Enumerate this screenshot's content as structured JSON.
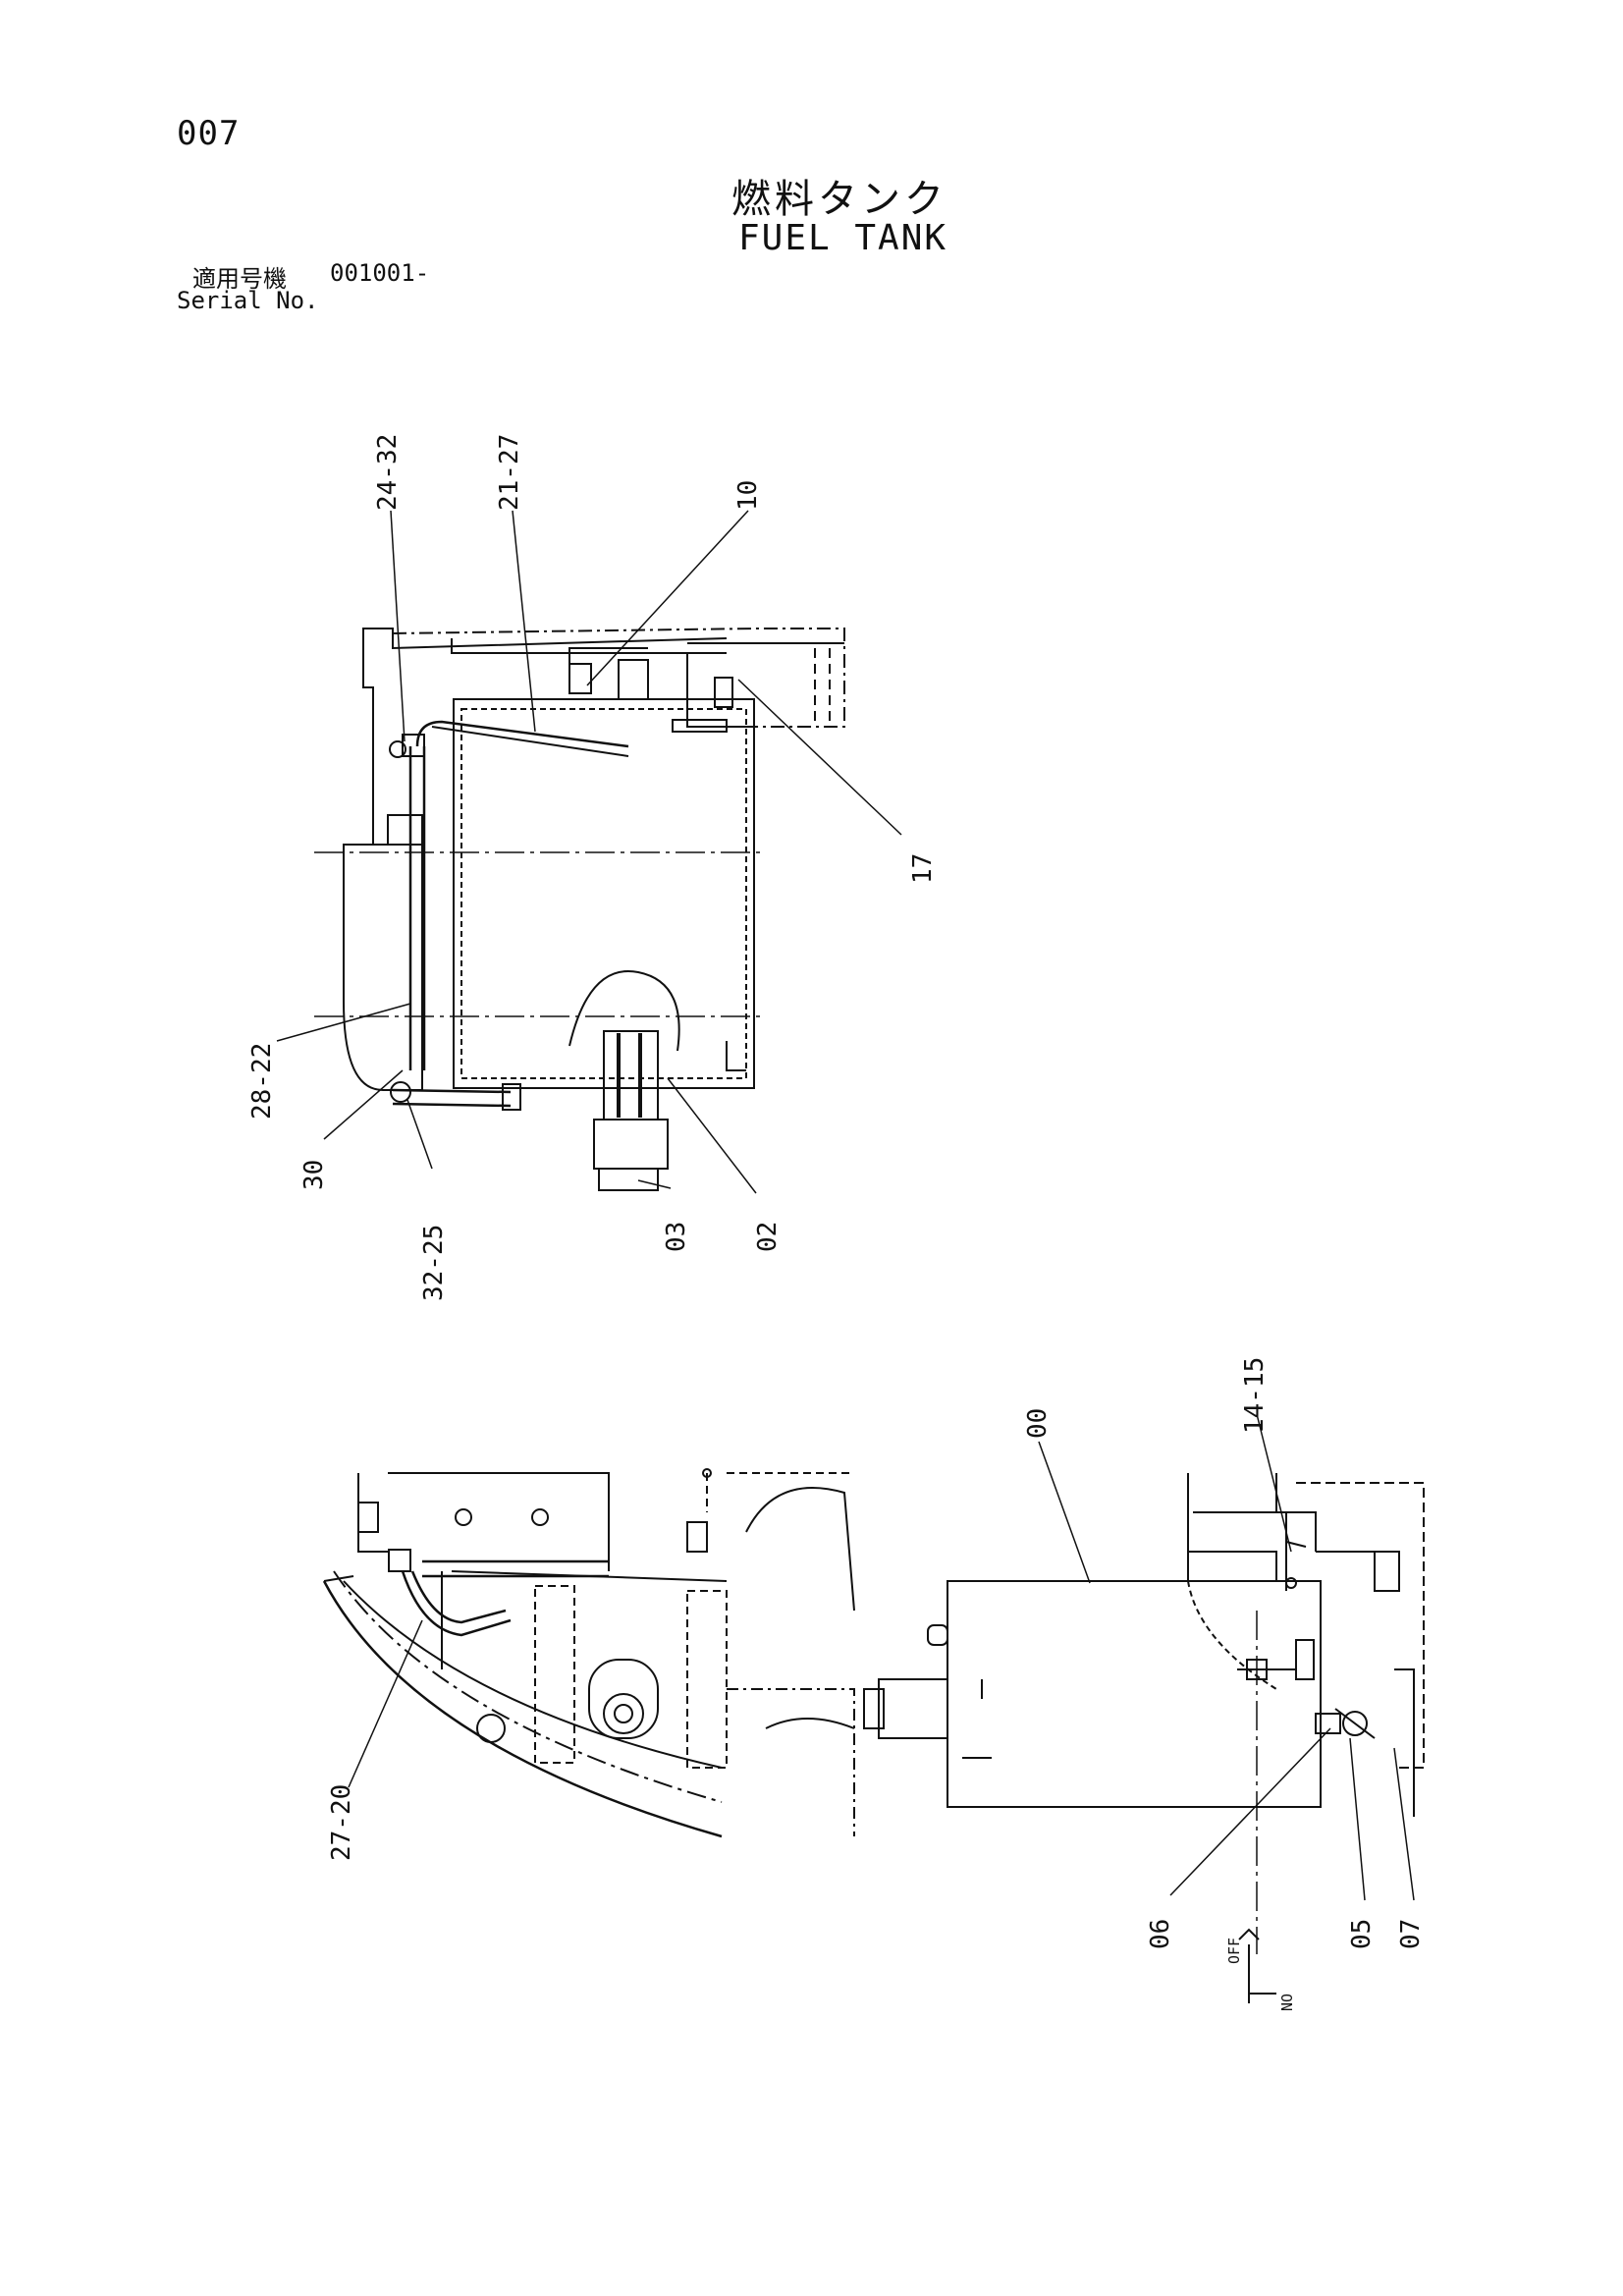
{
  "header": {
    "page_number": "007",
    "title_ja": "燃料タンク",
    "title_en": "FUEL TANK",
    "serial_label_ja": "適用号機",
    "serial_value": "001001-",
    "serial_label_en": "Serial No."
  },
  "callouts_top": [
    "24-32",
    "21-27",
    "10",
    "17",
    "28-22",
    "30",
    "32-25",
    "03",
    "02"
  ],
  "callouts_bottom_left": [
    "27-20"
  ],
  "callouts_bottom_right": [
    "00",
    "14-15",
    "06",
    "05",
    "07"
  ],
  "valve_labels": {
    "off": "OFF",
    "on": "ON"
  }
}
